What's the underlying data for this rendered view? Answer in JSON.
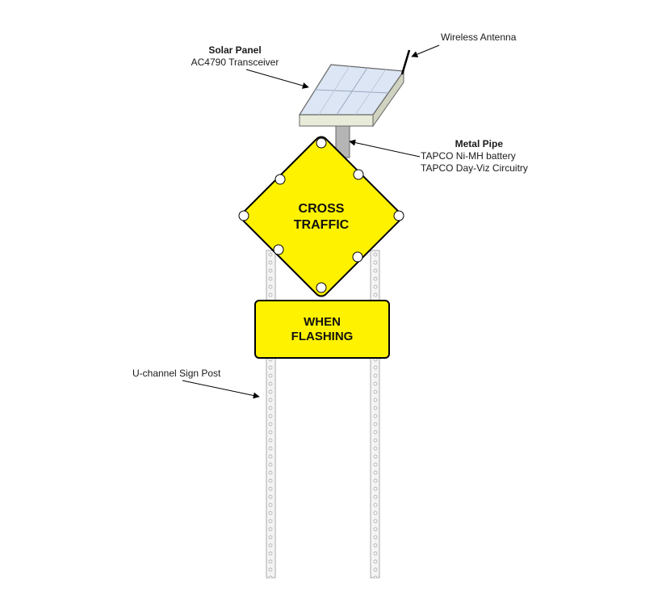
{
  "diagram": {
    "labels": {
      "wireless_antenna": "Wireless Antenna",
      "solar_panel_title": "Solar Panel",
      "solar_panel_sub": "AC4790 Transceiver",
      "metal_pipe_title": "Metal Pipe",
      "metal_pipe_line1": "TAPCO Ni-MH battery",
      "metal_pipe_line2": "TAPCO Day-Viz Circuitry",
      "u_channel": "U-channel Sign Post"
    },
    "sign": {
      "line1": "CROSS",
      "line2": "TRAFFIC"
    },
    "plate": {
      "line1": "WHEN",
      "line2": "FLASHING"
    }
  },
  "colors": {
    "sign_yellow": "#FFF200",
    "panel_glass": "#DCE6F4",
    "pipe_gray": "#B5B5B5",
    "outline": "#000000"
  }
}
